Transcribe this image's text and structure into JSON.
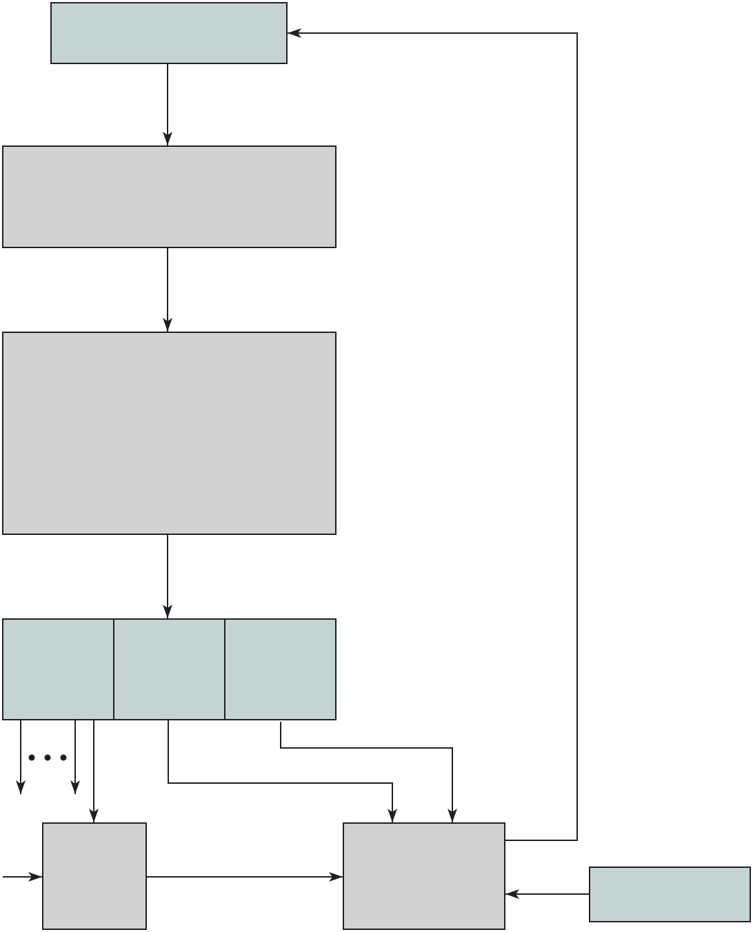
{
  "diagram": {
    "kind": "block-flow",
    "colors": {
      "teal_fill": "#c3d4d2",
      "gray_fill": "#d1d2d4",
      "stroke": "#231f20",
      "background": "#ffffff"
    },
    "blocks": [
      {
        "id": "top-block",
        "fill": "teal",
        "label": ""
      },
      {
        "id": "second-block",
        "fill": "gray",
        "label": ""
      },
      {
        "id": "large-block",
        "fill": "gray",
        "label": ""
      },
      {
        "id": "split-block-left",
        "fill": "teal",
        "label": ""
      },
      {
        "id": "split-block-middle",
        "fill": "teal",
        "label": ""
      },
      {
        "id": "split-block-right",
        "fill": "teal",
        "label": ""
      },
      {
        "id": "bottom-left-block",
        "fill": "gray",
        "label": ""
      },
      {
        "id": "bottom-center-block",
        "fill": "gray",
        "label": ""
      },
      {
        "id": "bottom-right-block",
        "fill": "teal",
        "label": ""
      }
    ],
    "ellipsis_icon": "horizontal-ellipsis"
  }
}
